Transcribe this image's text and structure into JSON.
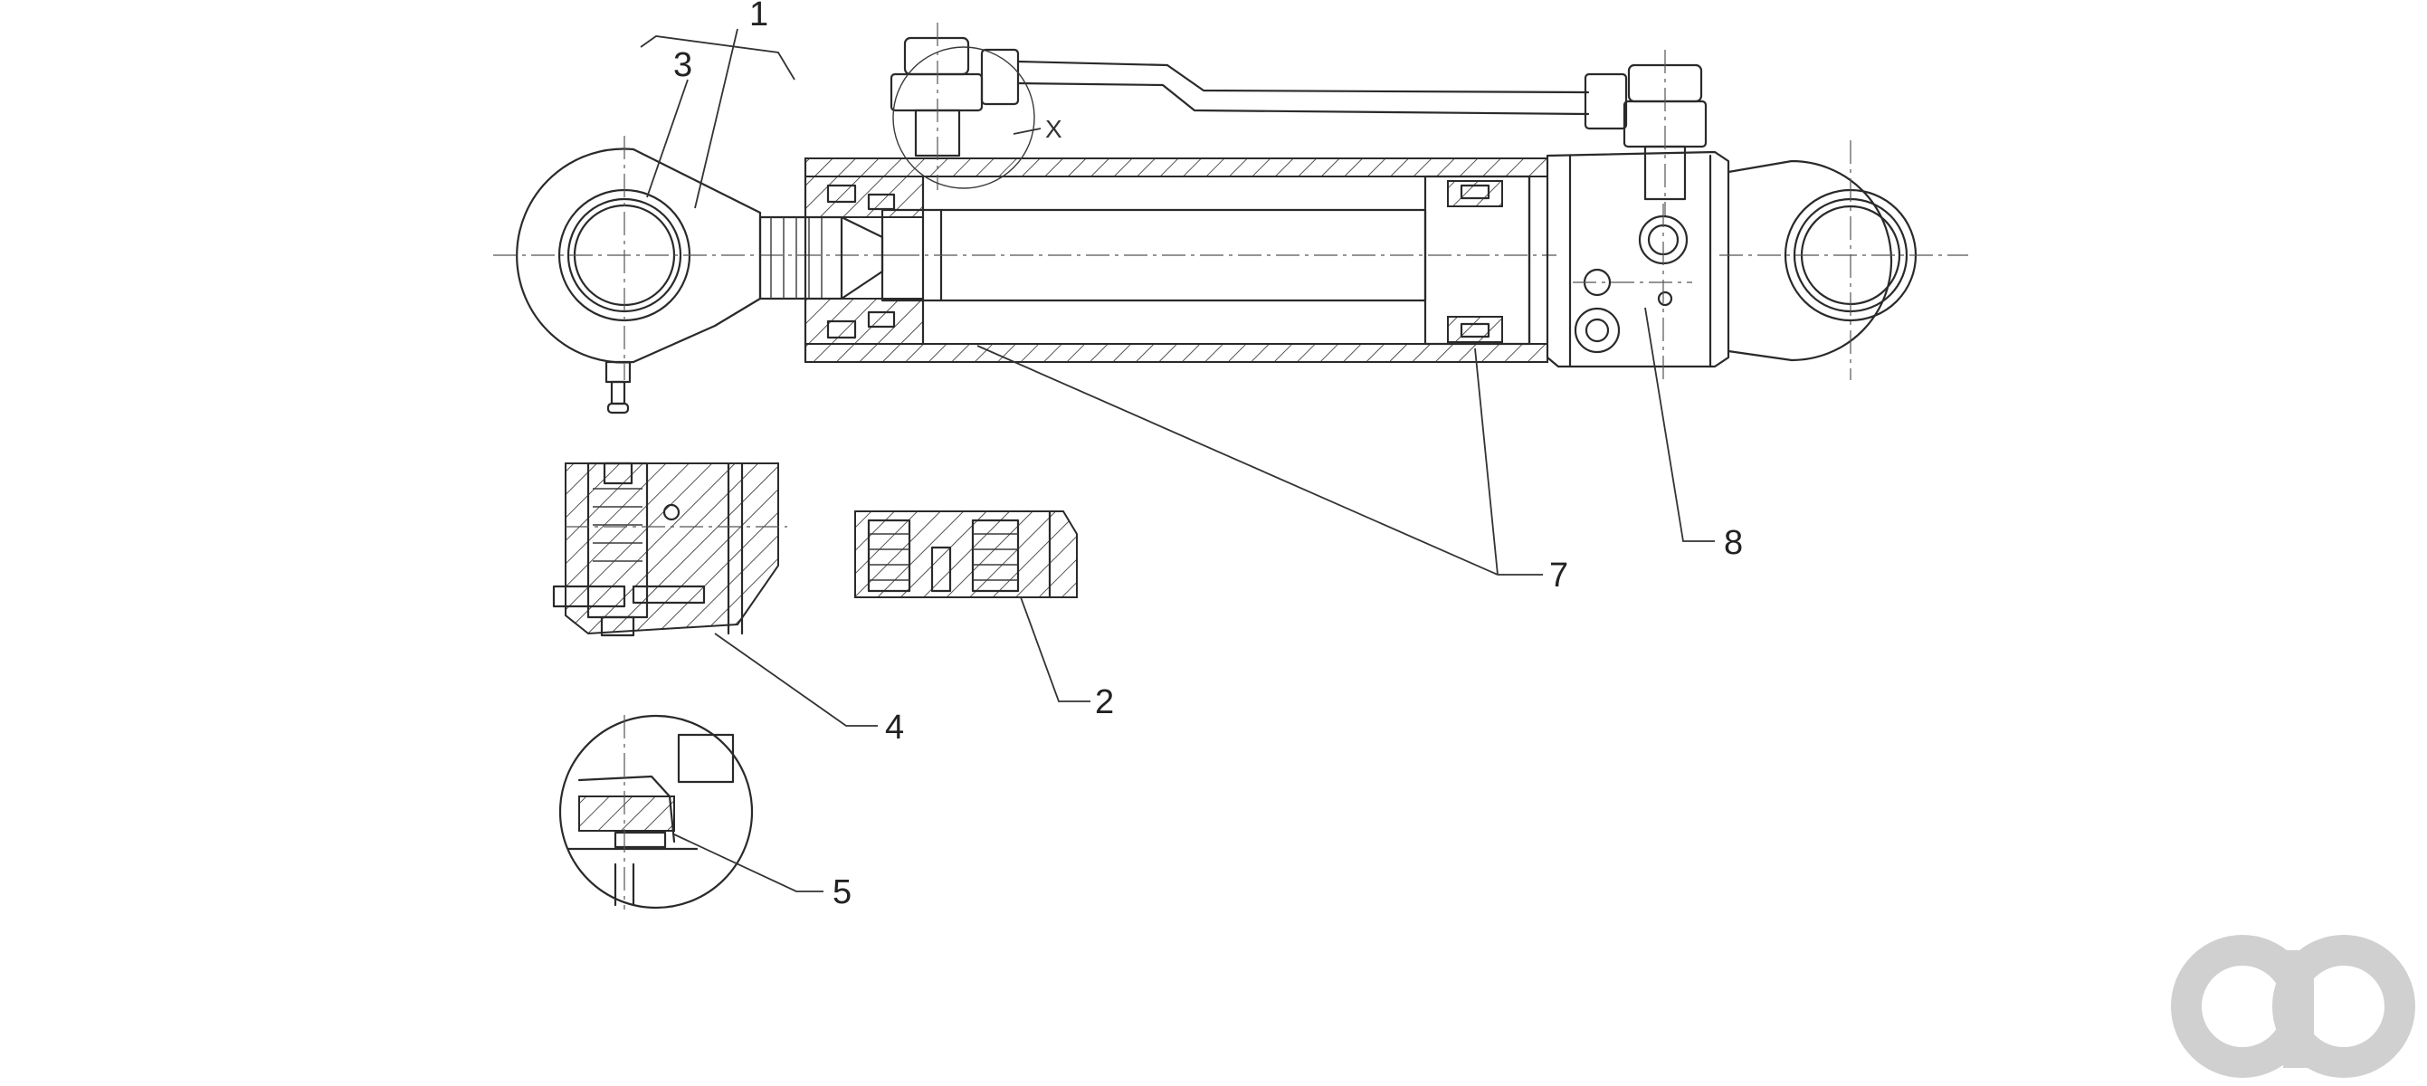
{
  "callouts": {
    "c1": "1",
    "c2": "2",
    "c3": "3",
    "c4": "4",
    "c5": "5",
    "c7": "7",
    "c8": "8"
  },
  "detail_marker": "X",
  "colors": {
    "line": "#2a2a2a",
    "watermark": "#d0d0d0",
    "background": "#ffffff"
  }
}
